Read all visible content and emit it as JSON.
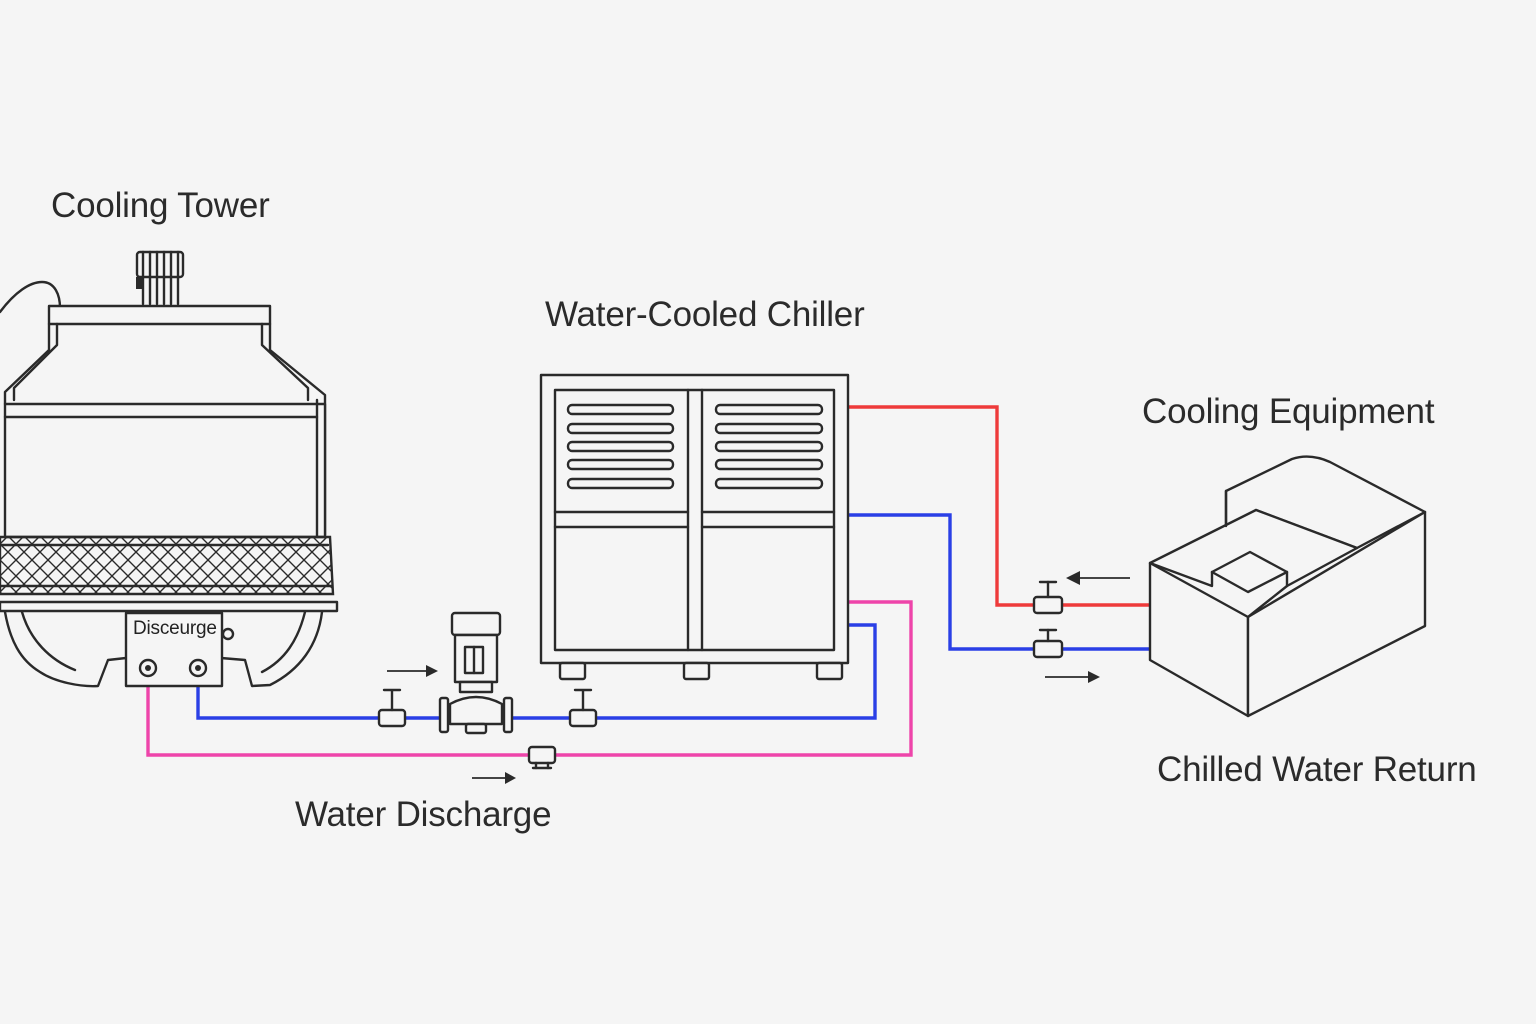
{
  "labels": {
    "cooling_tower": "Cooling Tower",
    "chiller": "Water-Cooled Chiller",
    "cooling_equipment": "Cooling Equipment",
    "chilled_water_return": "Chilled Water Return",
    "water_discharge": "Water Discharge",
    "tower_plate": "Disceurge"
  },
  "colors": {
    "hot_supply": "#ee3a3a",
    "chilled_water": "#2a3fe6",
    "discharge": "#ee44aa",
    "outline": "#2a2a2a",
    "background": "#f5f5f5"
  }
}
